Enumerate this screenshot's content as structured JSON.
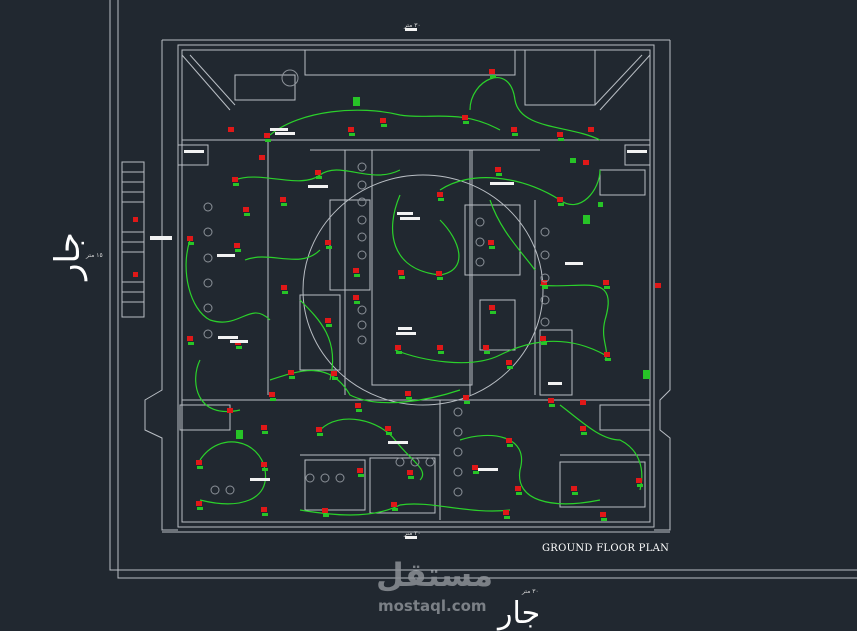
{
  "drawing": {
    "plan_title": "GROUND  FLOOR PLAN",
    "neighbor_left": "جار",
    "neighbor_bottom": "جار",
    "dim_top": "٣٠ متر",
    "dim_bottom": "٣٠ متر",
    "dim_left": "١٥ متر",
    "dim_bottom_outer": "٣٠ متر"
  },
  "watermark": {
    "arabic": "مستقل",
    "latin": "mostaql.com"
  },
  "colors": {
    "background": "#212830",
    "lines": "#b9bec4",
    "circuit": "#2bd12b",
    "fixture_red": "#e01818",
    "fixture_green": "#27c427"
  }
}
